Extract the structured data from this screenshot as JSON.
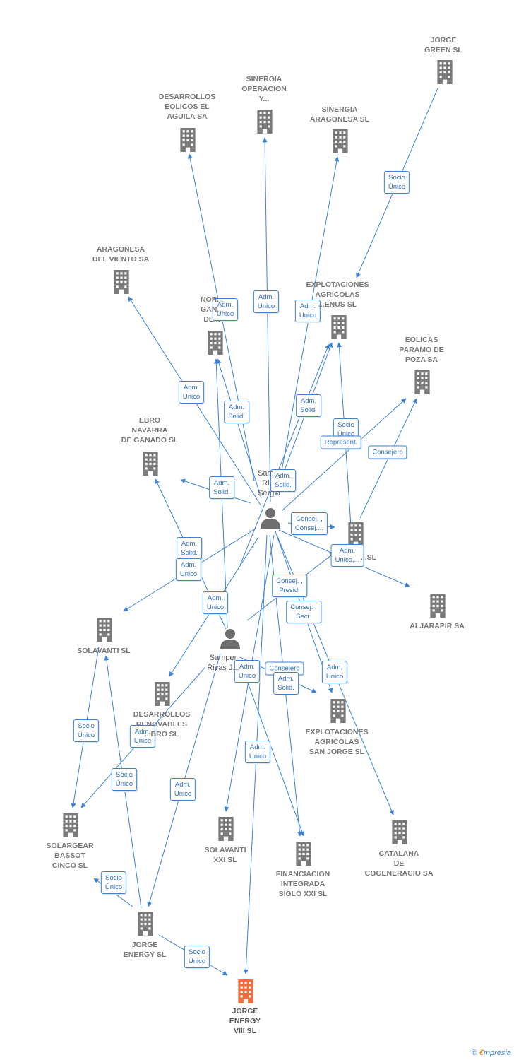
{
  "colors": {
    "edge": "#3b82d6",
    "building": "#7a7a7a",
    "target": "#f26b3a",
    "person": "#6e6e6e"
  },
  "nodes": [
    {
      "id": "jorge_green",
      "label": "JORGE\nGREEN  SL",
      "type": "company"
    },
    {
      "id": "sinergia_op",
      "label": "SINERGIA\nOPERACION\nY...",
      "type": "company"
    },
    {
      "id": "desarrollos_aguila",
      "label": "DESARROLLOS\nEOLICOS EL\nAGUILA SA",
      "type": "company"
    },
    {
      "id": "sinergia_arag",
      "label": "SINERGIA\nARAGONESA SL",
      "type": "company"
    },
    {
      "id": "aragonesa_viento",
      "label": "ARAGONESA\nDEL VIENTO SA",
      "type": "company"
    },
    {
      "id": "nortegan",
      "label": "NOR...\nGAN...\nDE...",
      "type": "company"
    },
    {
      "id": "explot_venus",
      "label": "EXPLOTACIONES\nAGRICOLAS\n...ENUS  SL",
      "type": "company"
    },
    {
      "id": "eolicas_paramo",
      "label": "EOLICAS\nPARAMO DE\nPOZA SA",
      "type": "company"
    },
    {
      "id": "ebro_navarra",
      "label": "EBRO\nNAVARRA\nDE GANADO SL",
      "type": "company"
    },
    {
      "id": "person1",
      "label": "Sam...\nRi...\nSergio",
      "type": "person"
    },
    {
      "id": "mid_sl",
      "label": "...SL",
      "type": "company"
    },
    {
      "id": "aljarapir",
      "label": "ALJARAPIR SA",
      "type": "company"
    },
    {
      "id": "solavanti",
      "label": "SOLAVANTI SL",
      "type": "company"
    },
    {
      "id": "person2",
      "label": "Samper\nRivas J...",
      "type": "person"
    },
    {
      "id": "desarrollos_ebro",
      "label": "DESARROLLOS\nRENOVABLES\n...BRO SL",
      "type": "company"
    },
    {
      "id": "explot_sanjorge",
      "label": "EXPLOTACIONES\nAGRICOLAS\nSAN JORGE SL",
      "type": "company"
    },
    {
      "id": "solargear",
      "label": "SOLARGEAR\nBASSOT\nCINCO SL",
      "type": "company"
    },
    {
      "id": "solavanti_xxi",
      "label": "SOLAVANTI\nXXI SL",
      "type": "company"
    },
    {
      "id": "financiacion",
      "label": "FINANCIACION\nINTEGRADA\nSIGLO XXI  SL",
      "type": "company"
    },
    {
      "id": "catalana",
      "label": "CATALANA\nDE\nCOGENERACIO SA",
      "type": "company"
    },
    {
      "id": "jorge_energy",
      "label": "JORGE\nENERGY SL",
      "type": "company"
    },
    {
      "id": "jorge_energy_viii",
      "label": "JORGE\nENERGY\nVIII  SL",
      "type": "target"
    }
  ],
  "edges": [
    {
      "from": "jorge_green",
      "to": "explot_venus",
      "label": "Socio\nÚnico"
    },
    {
      "from": "person1",
      "to": "desarrollos_aguila",
      "label": "Adm.\nUnico"
    },
    {
      "from": "person1",
      "to": "sinergia_op",
      "label": "Adm.\nUnico"
    },
    {
      "from": "person1",
      "to": "sinergia_arag",
      "label": "Adm.\nUnico"
    },
    {
      "from": "person1",
      "to": "aragonesa_viento",
      "label": "Adm.\nUnico"
    },
    {
      "from": "person1",
      "to": "nortegan",
      "label": "Adm.\nSolid."
    },
    {
      "from": "person1",
      "to": "explot_venus",
      "label": "Adm.\nSolid."
    },
    {
      "from": "person1",
      "to": "eolicas_paramo",
      "label": "Socio\nÚnico"
    },
    {
      "from": "mid_sl",
      "to": "eolicas_paramo",
      "label": "Consejero"
    },
    {
      "from": "mid_sl",
      "to": "explot_venus",
      "label": "Represent."
    },
    {
      "from": "person1",
      "to": "ebro_navarra",
      "label": "Adm.\nSolid."
    },
    {
      "from": "person2",
      "to": "explot_venus",
      "label": "Adm.\nSolid."
    },
    {
      "from": "person1",
      "to": "mid_sl",
      "label": "Consej. ,\nConsej...."
    },
    {
      "from": "person1",
      "to": "aljarapir",
      "label": "Adm.\nUnico,..."
    },
    {
      "from": "person2",
      "to": "ebro_navarra",
      "label": "Adm.\nSolid."
    },
    {
      "from": "person1",
      "to": "solavanti",
      "label": "Adm.\nUnico"
    },
    {
      "from": "person2",
      "to": "nortegan",
      "label": "Adm.\nUnico"
    },
    {
      "from": "person2",
      "to": "mid_sl",
      "label": "Consej. ,\nPresid."
    },
    {
      "from": "person1",
      "to": "explot_sanjorge",
      "label": "Consej. ,\nSecr."
    },
    {
      "from": "person1",
      "to": "desarrollos_ebro",
      "label": "Adm.\nUnico"
    },
    {
      "from": "person1",
      "to": "solavanti_xxi",
      "label": "Adm.\nUnico"
    },
    {
      "from": "person2",
      "to": "explot_sanjorge",
      "label": "Consejero"
    },
    {
      "from": "person1",
      "to": "financiacion",
      "label": "Adm.\nSolid."
    },
    {
      "from": "person1",
      "to": "catalana",
      "label": "Adm.\nUnico"
    },
    {
      "from": "solavanti",
      "to": "solargear",
      "label": "Socio\nÚnico"
    },
    {
      "from": "person2",
      "to": "solargear",
      "label": "Adm.\nUnico"
    },
    {
      "from": "jorge_energy",
      "to": "solavanti",
      "label": "Socio\nÚnico"
    },
    {
      "from": "person2",
      "to": "jorge_energy",
      "label": "Adm.\nUnico"
    },
    {
      "from": "person2",
      "to": "financiacion",
      "label": "Adm.\nUnico"
    },
    {
      "from": "jorge_energy",
      "to": "solargear",
      "label": "Socio\nÚnico"
    },
    {
      "from": "person1",
      "to": "jorge_energy_viii",
      "label": ""
    },
    {
      "from": "jorge_energy",
      "to": "jorge_energy_viii",
      "label": "Socio\nÚnico"
    }
  ],
  "footer": {
    "copyright": "©",
    "brand_first": "€",
    "brand_rest": "mpresia"
  }
}
